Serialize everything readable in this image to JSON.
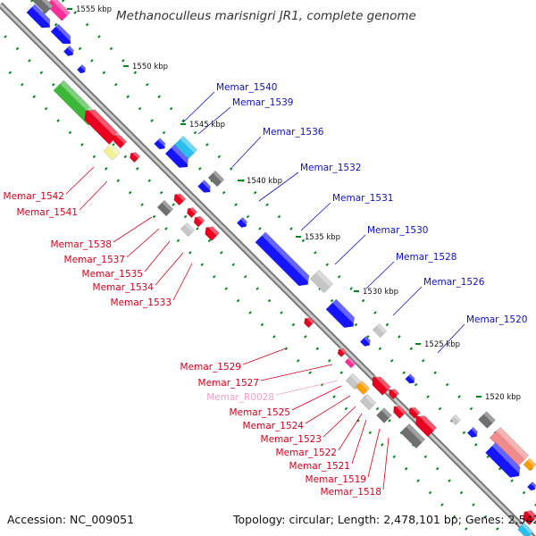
{
  "title": "Methanoculleus marisnigri JR1, complete genome",
  "footer": {
    "accession": "Accession: NC_009051",
    "summary": "Topology: circular; Length: 2,478,101 bp; Genes: 2,542"
  },
  "colors": {
    "plus_strand_cds": "#e8001e",
    "minus_strand_cds": "#1414ff",
    "rna": "#888888",
    "label_plus": "#d8001e",
    "label_minus": "#1010c8",
    "label_ncrna": "#f4a0c8",
    "tick": "#00891a",
    "backbone": "#999999"
  },
  "ticks": [
    {
      "label": "1555 kbp"
    },
    {
      "label": "1550 kbp"
    },
    {
      "label": "1545 kbp"
    },
    {
      "label": "1540 kbp"
    },
    {
      "label": "1535 kbp"
    },
    {
      "label": "1530 kbp"
    },
    {
      "label": "1525 kbp"
    },
    {
      "label": "1520 kbp"
    }
  ],
  "gene_labels_right": [
    {
      "name": "Memar_1540"
    },
    {
      "name": "Memar_1539"
    },
    {
      "name": "Memar_1536"
    },
    {
      "name": "Memar_1532"
    },
    {
      "name": "Memar_1531"
    },
    {
      "name": "Memar_1530"
    },
    {
      "name": "Memar_1528"
    },
    {
      "name": "Memar_1526"
    },
    {
      "name": "Memar_1520"
    }
  ],
  "gene_labels_left": [
    {
      "name": "Memar_1542"
    },
    {
      "name": "Memar_1541"
    },
    {
      "name": "Memar_1538"
    },
    {
      "name": "Memar_1537"
    },
    {
      "name": "Memar_1535"
    },
    {
      "name": "Memar_1534"
    },
    {
      "name": "Memar_1533"
    },
    {
      "name": "Memar_1529"
    },
    {
      "name": "Memar_1527"
    },
    {
      "name": "Memar_R0028"
    },
    {
      "name": "Memar_1525"
    },
    {
      "name": "Memar_1524"
    },
    {
      "name": "Memar_1523"
    },
    {
      "name": "Memar_1522"
    },
    {
      "name": "Memar_1521"
    },
    {
      "name": "Memar_1519"
    },
    {
      "name": "Memar_1518"
    }
  ]
}
